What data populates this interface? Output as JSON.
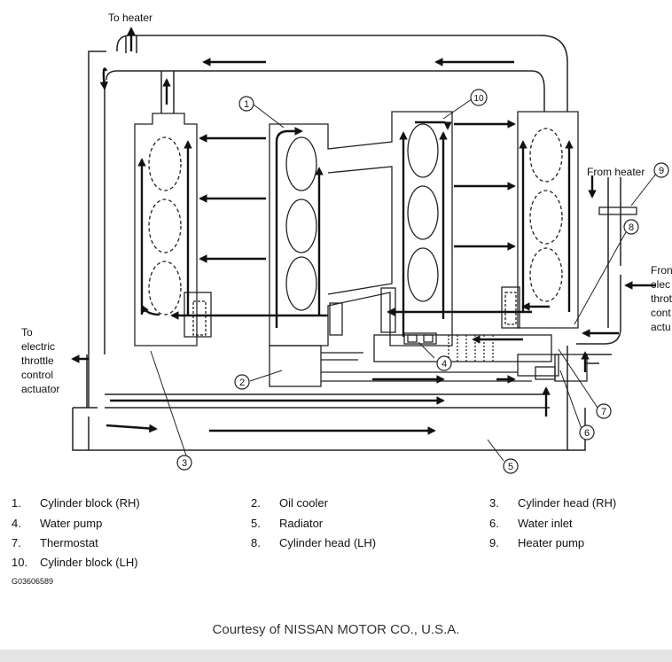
{
  "diagram": {
    "flow_labels": {
      "to_heater": "To heater",
      "from_heater": "From heater",
      "to_throttle": [
        "To",
        "electric",
        "throttle",
        "control",
        "actuator"
      ],
      "from_throttle": [
        "Fron",
        "elec",
        "throt",
        "cont",
        "actu"
      ]
    },
    "callouts": [
      {
        "num": "1"
      },
      {
        "num": "2"
      },
      {
        "num": "3"
      },
      {
        "num": "4"
      },
      {
        "num": "5"
      },
      {
        "num": "6"
      },
      {
        "num": "7"
      },
      {
        "num": "8"
      },
      {
        "num": "9"
      },
      {
        "num": "10"
      }
    ]
  },
  "legend": [
    {
      "num": "1.",
      "label": "Cylinder block (RH)"
    },
    {
      "num": "2.",
      "label": "Oil cooler"
    },
    {
      "num": "3.",
      "label": "Cylinder head (RH)"
    },
    {
      "num": "4.",
      "label": "Water pump"
    },
    {
      "num": "5.",
      "label": "Radiator"
    },
    {
      "num": "6.",
      "label": "Water inlet"
    },
    {
      "num": "7.",
      "label": "Thermostat"
    },
    {
      "num": "8.",
      "label": "Cylinder head (LH)"
    },
    {
      "num": "9.",
      "label": "Heater pump"
    },
    {
      "num": "10.",
      "label": "Cylinder block (LH)"
    }
  ],
  "figure_id": "G03606589",
  "credit": "Courtesy of NISSAN MOTOR CO., U.S.A."
}
